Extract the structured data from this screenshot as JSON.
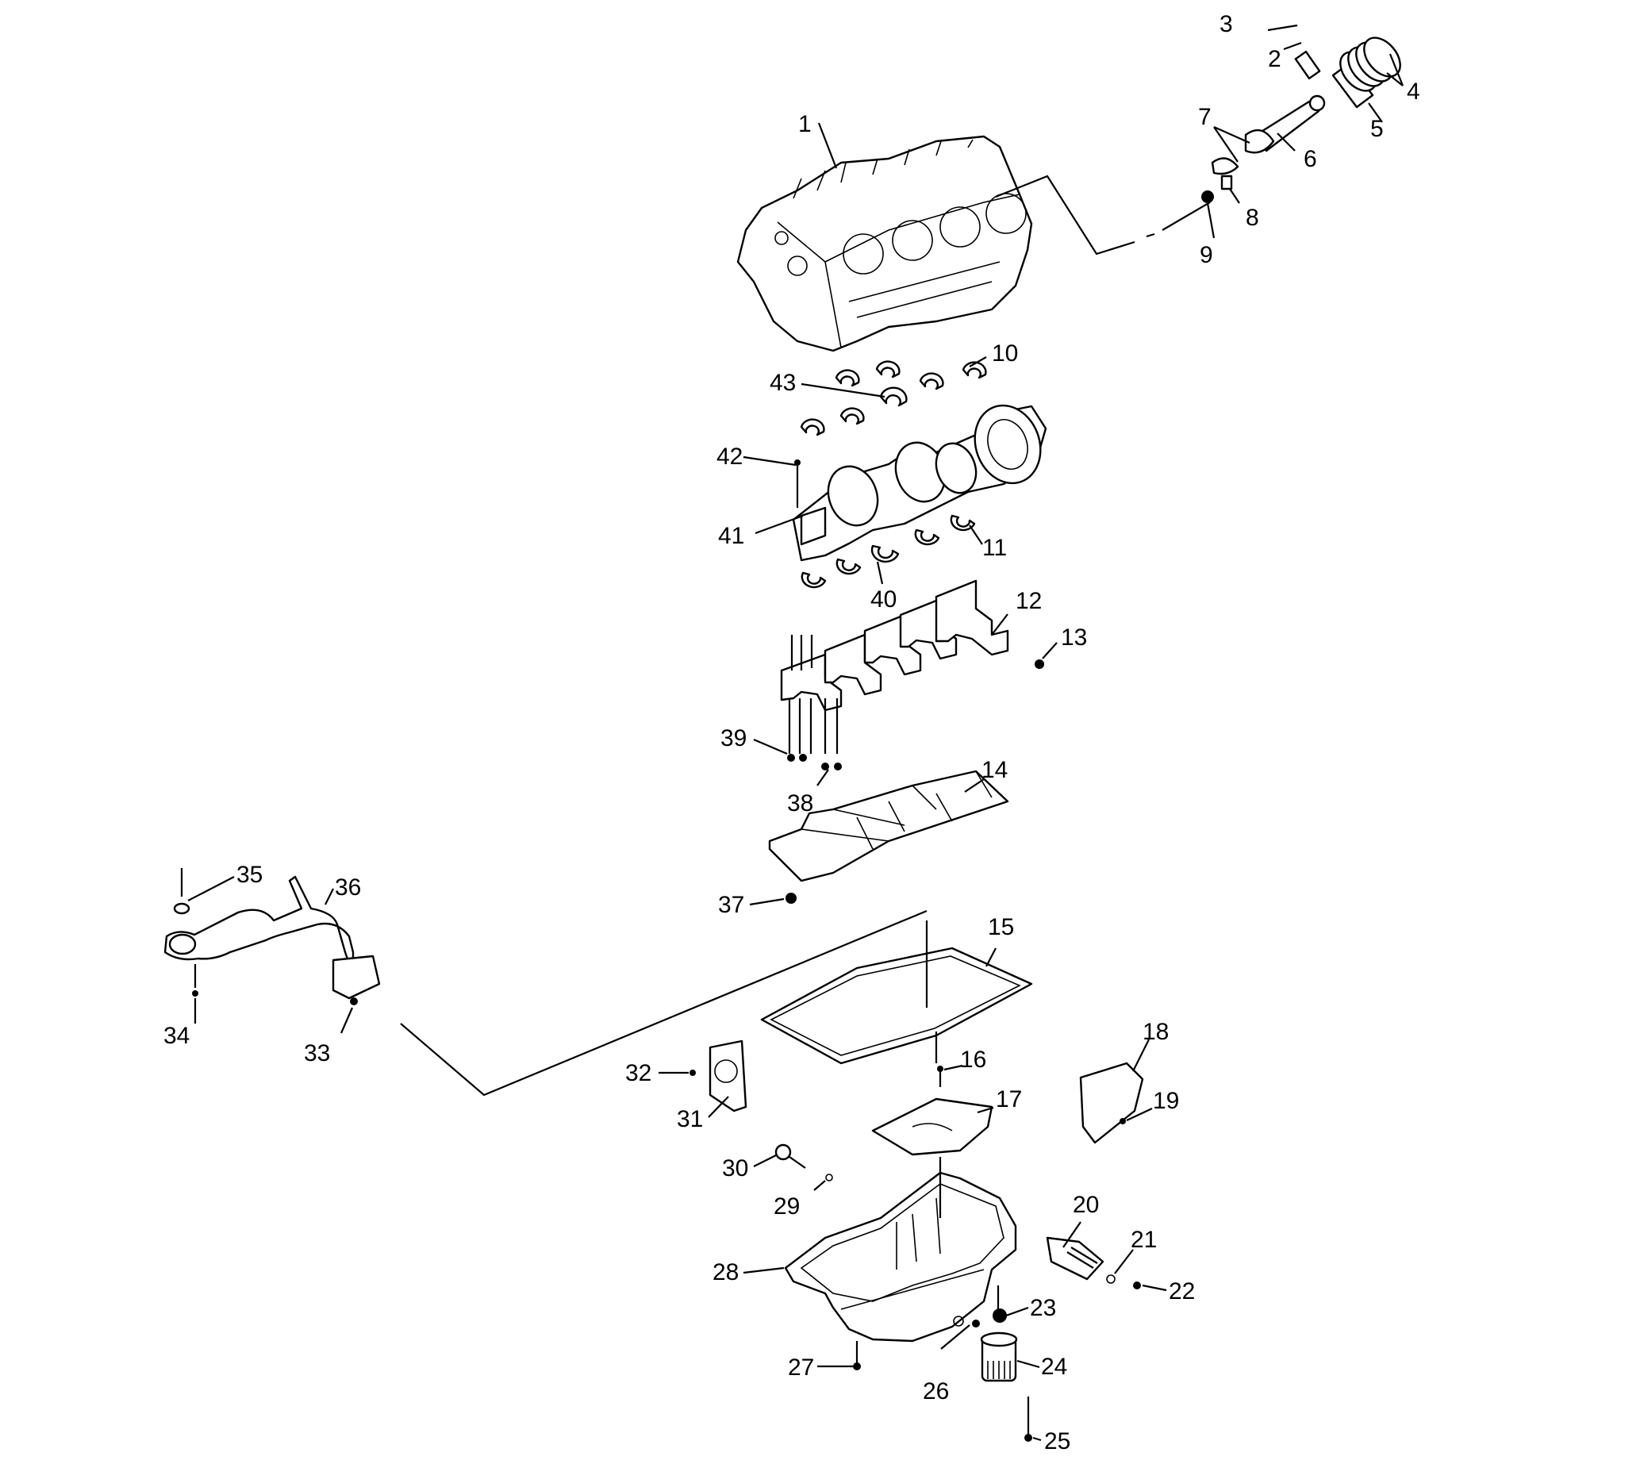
{
  "diagram": {
    "callouts": [
      "1",
      "2",
      "3",
      "4",
      "5",
      "6",
      "7",
      "8",
      "9",
      "10",
      "11",
      "12",
      "13",
      "14",
      "15",
      "16",
      "17",
      "18",
      "19",
      "20",
      "21",
      "22",
      "23",
      "24",
      "25",
      "26",
      "27",
      "28",
      "29",
      "30",
      "31",
      "32",
      "33",
      "34",
      "35",
      "36",
      "37",
      "38",
      "39",
      "40",
      "41",
      "42",
      "43"
    ]
  }
}
